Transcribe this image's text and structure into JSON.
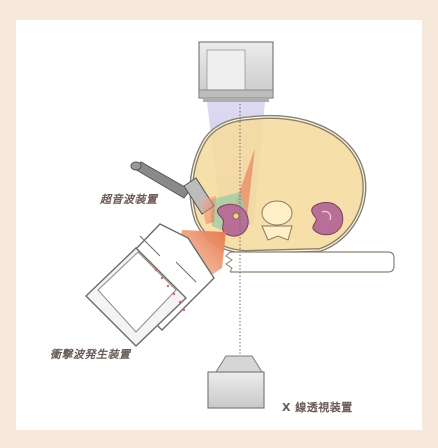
{
  "labels": {
    "ultrasound_device": "超音波装置",
    "shockwave_generator": "衝撃波発生装置",
    "xray_device": "X 線透視装置"
  },
  "colors": {
    "page_bg": "#f7e8dc",
    "body_fill": "#f6dba0",
    "body_stroke": "#8a8070",
    "kidney_pink": "#b86f95",
    "bone_fill": "#fff0c8",
    "beam_blue": "#c9c6e6",
    "beam_orange": "#e98a58",
    "focus_green": "#9ccaa5",
    "device_gray": "#d8d8d8",
    "table_fill": "#ffffff"
  }
}
